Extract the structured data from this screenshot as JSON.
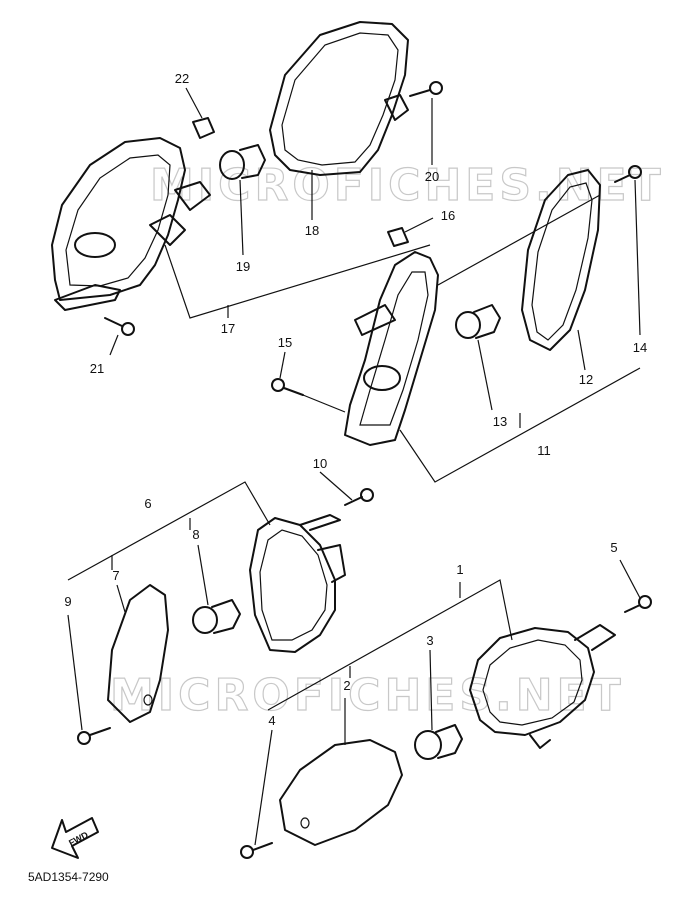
{
  "watermark": "MICROFICHES.NET",
  "diagram_code": "5AD1354-7290",
  "fwd_label": "FWD",
  "callouts": {
    "n1": "1",
    "n2": "2",
    "n3": "3",
    "n4": "4",
    "n5": "5",
    "n6": "6",
    "n7": "7",
    "n8": "8",
    "n9": "9",
    "n10": "10",
    "n11": "11",
    "n12": "12",
    "n13": "13",
    "n14": "14",
    "n15": "15",
    "n16": "16",
    "n17": "17",
    "n18": "18",
    "n19": "19",
    "n20": "20",
    "n21": "21",
    "n22": "22"
  }
}
